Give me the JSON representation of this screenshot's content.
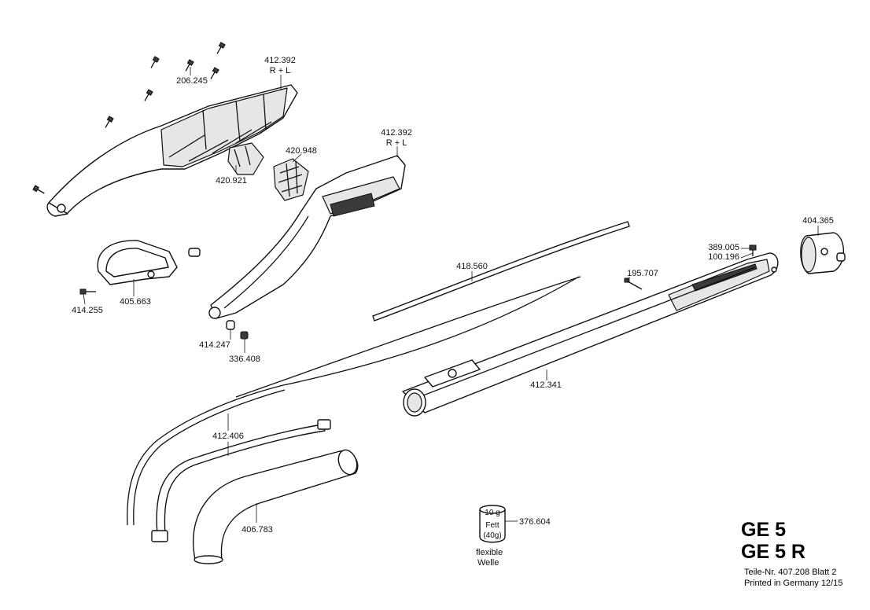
{
  "labels": {
    "p206245": "206.245",
    "p412392a": "412.392",
    "p412392a_rl": "R + L",
    "p412392b": "412.392",
    "p412392b_rl": "R + L",
    "p420948": "420.948",
    "p420921": "420.921",
    "p405663": "405.663",
    "p414255": "414.255",
    "p414247": "414.247",
    "p336408": "336.408",
    "p418560": "418.560",
    "p195707": "195.707",
    "p389005": "389.005",
    "p100196": "100.196",
    "p404365": "404.365",
    "p412341": "412.341",
    "p412406": "412.406",
    "p406783": "406.783",
    "p376604": "376.604"
  },
  "grease_can": {
    "weight": "10 g",
    "line1": "Fett",
    "line2": "(40g)",
    "caption1": "flexible",
    "caption2": "Welle"
  },
  "title_block": {
    "model_1": "GE 5",
    "model_2": "GE 5 R",
    "part_number": "Teile-Nr. 407.208  Blatt 2",
    "printed": "Printed in Germany 12/15"
  }
}
